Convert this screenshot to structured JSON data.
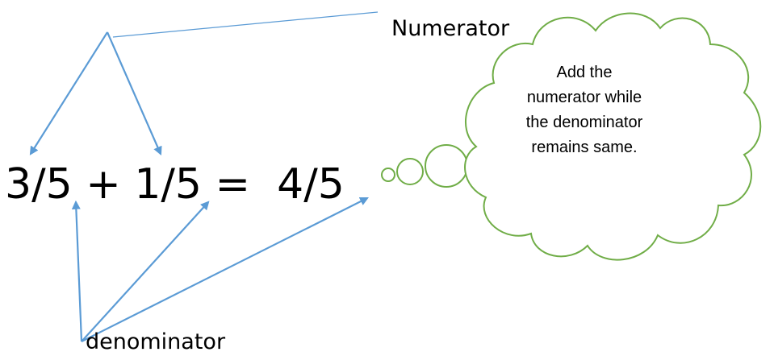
{
  "labels": {
    "numerator": "Numerator",
    "denominator": "denominator"
  },
  "equation": "3/5 + 1/5 =  4/5",
  "thought_bubble": {
    "lines": [
      "Add the",
      "numerator while",
      "the denominator",
      "remains same."
    ]
  },
  "colors": {
    "arrow": "#5b9bd5",
    "cloud_outline": "#70ad47",
    "text": "#000000"
  }
}
